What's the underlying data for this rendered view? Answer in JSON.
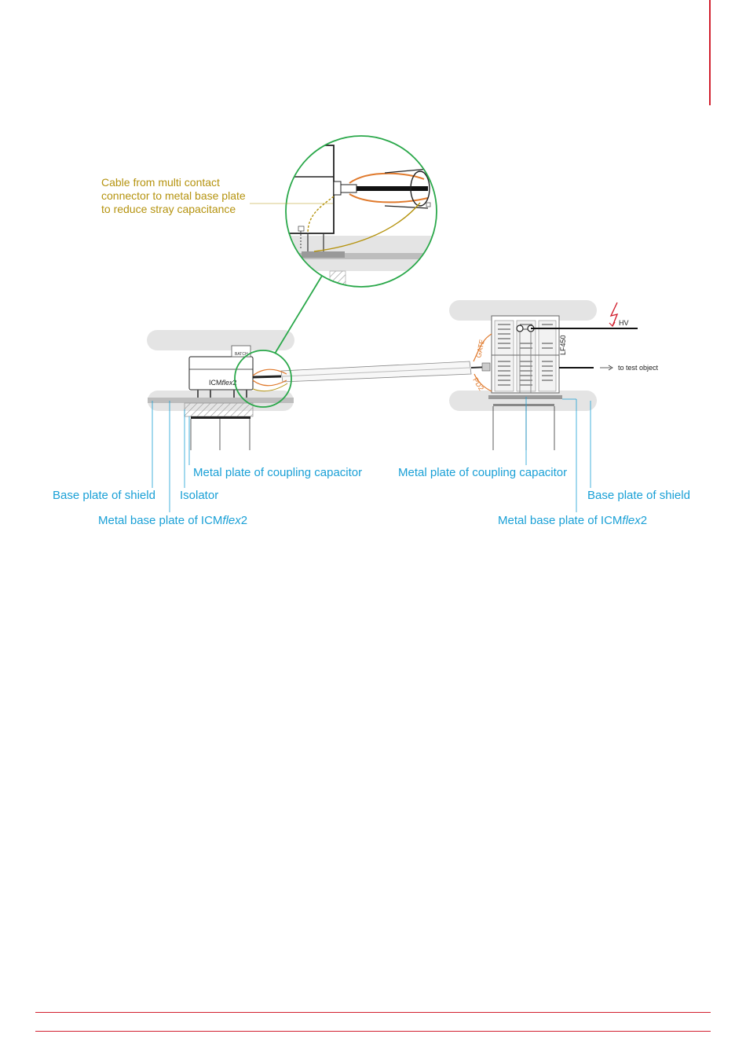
{
  "diagram": {
    "zoom_note": {
      "line1": "Cable from multi contact",
      "line2": "connector to metal base plate",
      "line3": "to reduce stray capacitance"
    },
    "device_left": {
      "name_prefix": "ICM",
      "name_italic": "flex",
      "name_suffix": "2",
      "tag": "BATCH"
    },
    "device_right": {
      "name": "LF450",
      "gate_label": "GATE",
      "pd_label": "PD2",
      "hv_label": "HV",
      "test_object_label": "to test object"
    },
    "labels": {
      "metal_plate_cc_left": "Metal plate of coupling capacitor",
      "base_plate_shield_left": "Base plate of shield",
      "isolator": "Isolator",
      "metal_base_left_prefix": "Metal base plate of ICM",
      "metal_base_left_italic": "flex",
      "metal_base_left_suffix": "2",
      "metal_plate_cc_right": "Metal plate of coupling capacitor",
      "base_plate_shield_right": "Base plate of shield",
      "metal_base_right_prefix": "Metal base plate of ICM",
      "metal_base_right_italic": "flex",
      "metal_base_right_suffix": "2"
    },
    "colors": {
      "accent": "#d2202f",
      "callout_blue": "#1aa0d6",
      "callout_gold": "#b5930f",
      "zoom_green": "#2aa84a",
      "cable_orange": "#e07a2d"
    }
  }
}
